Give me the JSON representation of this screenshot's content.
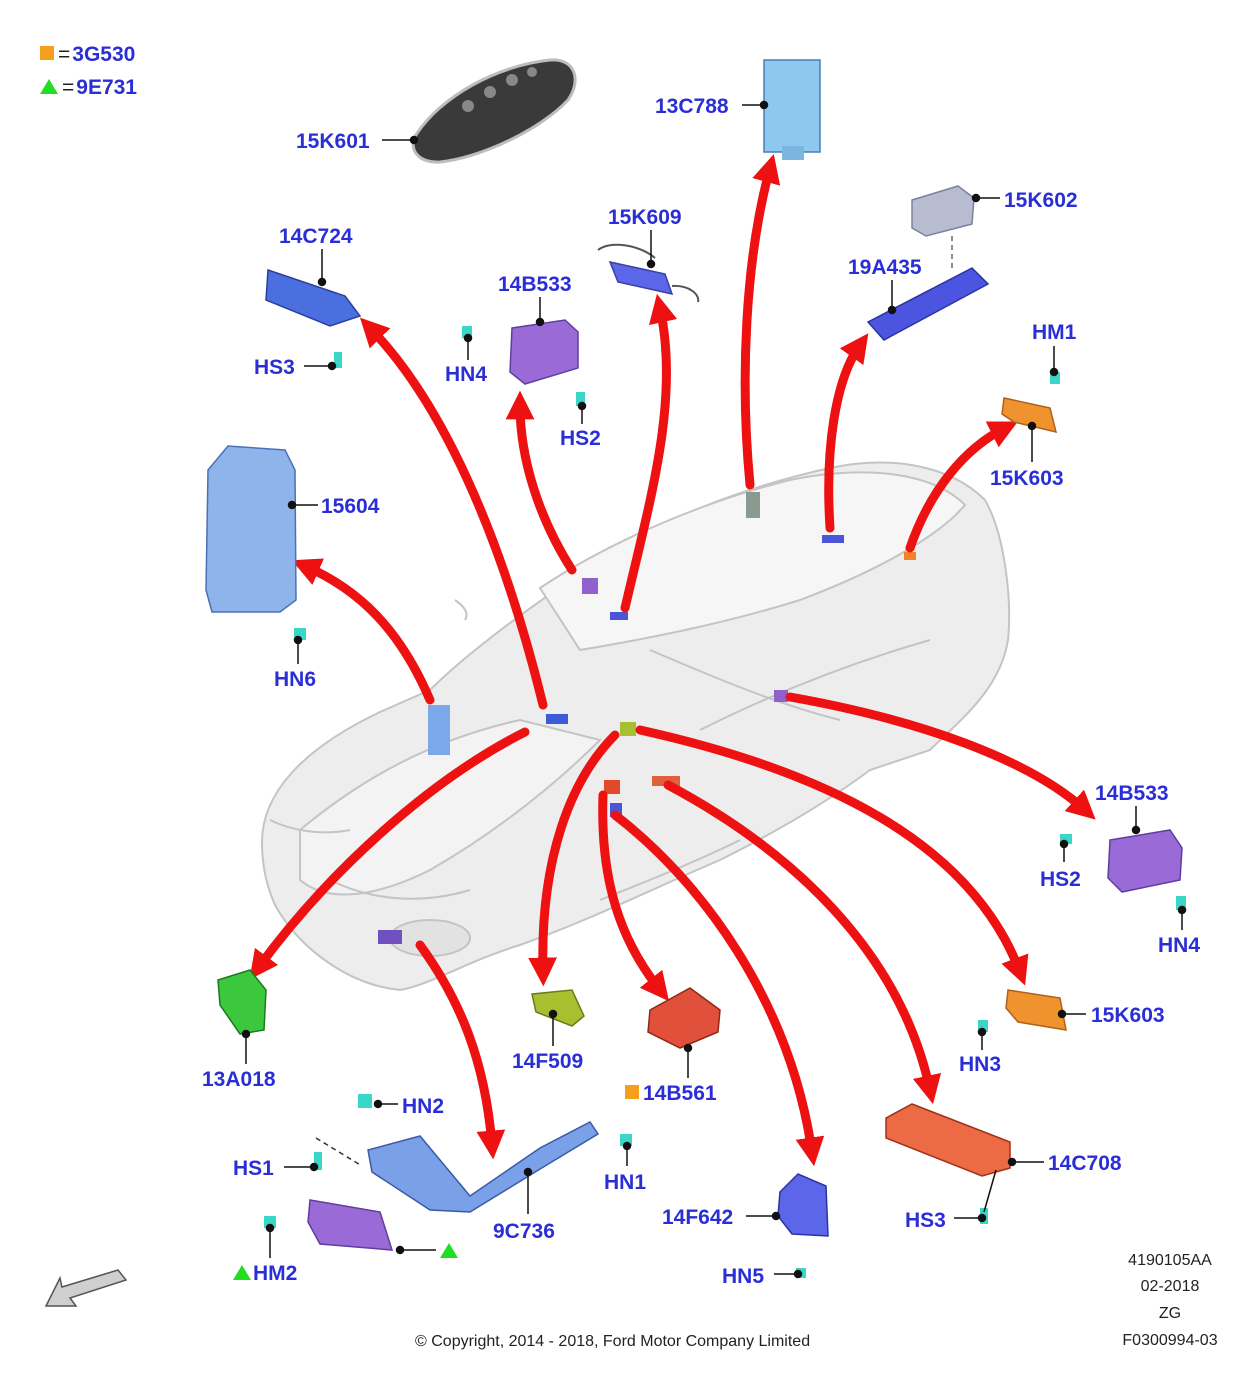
{
  "legend": [
    {
      "marker": "square",
      "color": "#f4a01c",
      "eq": "=",
      "code": "3G530"
    },
    {
      "marker": "triangle",
      "color": "#22dd22",
      "eq": "=",
      "code": "9E731"
    }
  ],
  "labels": {
    "key_fob": "15K601",
    "module_13c788": "13C788",
    "antenna_15k609": "15K609",
    "module_14c724": "14C724",
    "hs3_top": "HS3",
    "module_14b533_top": "14B533",
    "hn4_top": "HN4",
    "hs2_top": "HS2",
    "module_15k602": "15K602",
    "module_19a435": "19A435",
    "hm1": "HM1",
    "antenna_15k603_top": "15K603",
    "module_15604": "15604",
    "hn6": "HN6",
    "module_14b533_right": "14B533",
    "hs2_right": "HS2",
    "hn4_right": "HN4",
    "antenna_15k603_right": "15K603",
    "hn3": "HN3",
    "module_13a018": "13A018",
    "module_14f509": "14F509",
    "module_14b561": "14B561",
    "hn2": "HN2",
    "hs1": "HS1",
    "hn1": "HN1",
    "bracket_9c736": "9C736",
    "hm2": "HM2",
    "module_14f642": "14F642",
    "hn5": "HN5",
    "module_14c708": "14C708",
    "hs3_bottom": "HS3"
  },
  "reference": {
    "code": "4190105AA",
    "date": "02-2018",
    "rev": "ZG",
    "figure": "F0300994-03"
  },
  "copyright": "© Copyright, 2014 - 2018, Ford Motor Company Limited",
  "colors": {
    "label": "#2a2ed6",
    "arrow": "#ee1111",
    "square_marker": "#f4a01c",
    "triangle_marker": "#22dd22"
  }
}
